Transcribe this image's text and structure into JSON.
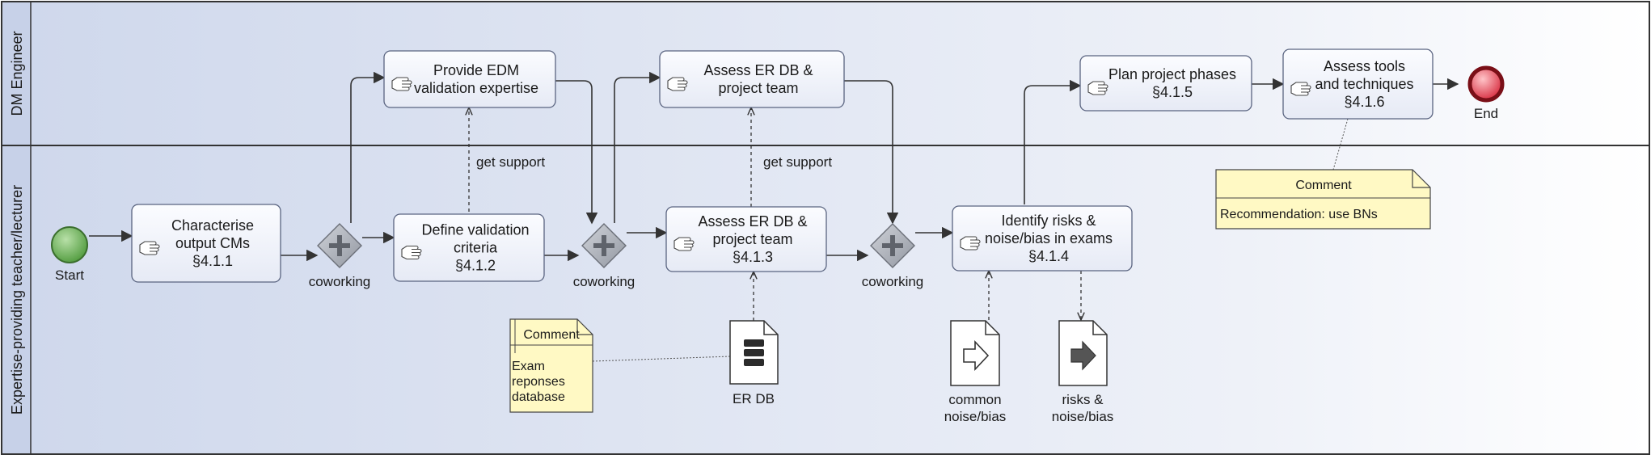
{
  "lanes": [
    {
      "id": "dm",
      "label": "DM Engineer"
    },
    {
      "id": "exp",
      "label": "Expertise-providing teacher/lecturer"
    }
  ],
  "events": {
    "start": {
      "label": "Start"
    },
    "end": {
      "label": "End"
    }
  },
  "tasks": {
    "t411": {
      "lines": [
        "Characterise",
        "output CMs",
        "§4.1.1"
      ]
    },
    "t412": {
      "lines": [
        "Define validation",
        "criteria",
        "§4.1.2"
      ]
    },
    "t413": {
      "lines": [
        "Assess ER DB &",
        "project team",
        "§4.1.3"
      ]
    },
    "t414": {
      "lines": [
        "Identify risks &",
        "noise/bias in exams",
        "§4.1.4"
      ]
    },
    "t_edm": {
      "lines": [
        "Provide EDM",
        "validation expertise"
      ]
    },
    "t_er": {
      "lines": [
        "Assess ER DB &",
        "project team"
      ]
    },
    "t415": {
      "lines": [
        "Plan project phases",
        "§4.1.5"
      ]
    },
    "t416": {
      "lines": [
        "Assess tools",
        "and techniques",
        "§4.1.6"
      ]
    }
  },
  "gateways": {
    "g1": {
      "label": "coworking"
    },
    "g2": {
      "label": "coworking"
    },
    "g3": {
      "label": "coworking"
    }
  },
  "flow_labels": {
    "support1": "get support",
    "support2": "get support"
  },
  "artifacts": {
    "er_db": {
      "label": "ER DB"
    },
    "common_noise": {
      "lines": [
        "common",
        "noise/bias"
      ]
    },
    "risks_noise": {
      "lines": [
        "risks &",
        "noise/bias"
      ]
    }
  },
  "comments": {
    "c1": {
      "title": "Comment",
      "lines": [
        "Exam",
        "reponses",
        "database"
      ]
    },
    "c2": {
      "title": "Comment",
      "lines": [
        "Recommendation: use BNs"
      ]
    }
  },
  "colors": {
    "task_fill": "#f4f6fb",
    "task_stroke": "#5a6480",
    "lane_fill": "#d3dcef",
    "start_fill": "#6fae5c",
    "end_fill": "#e2394b",
    "comment_fill": "#fff9c4",
    "gateway_fill": "#a8acb4"
  }
}
